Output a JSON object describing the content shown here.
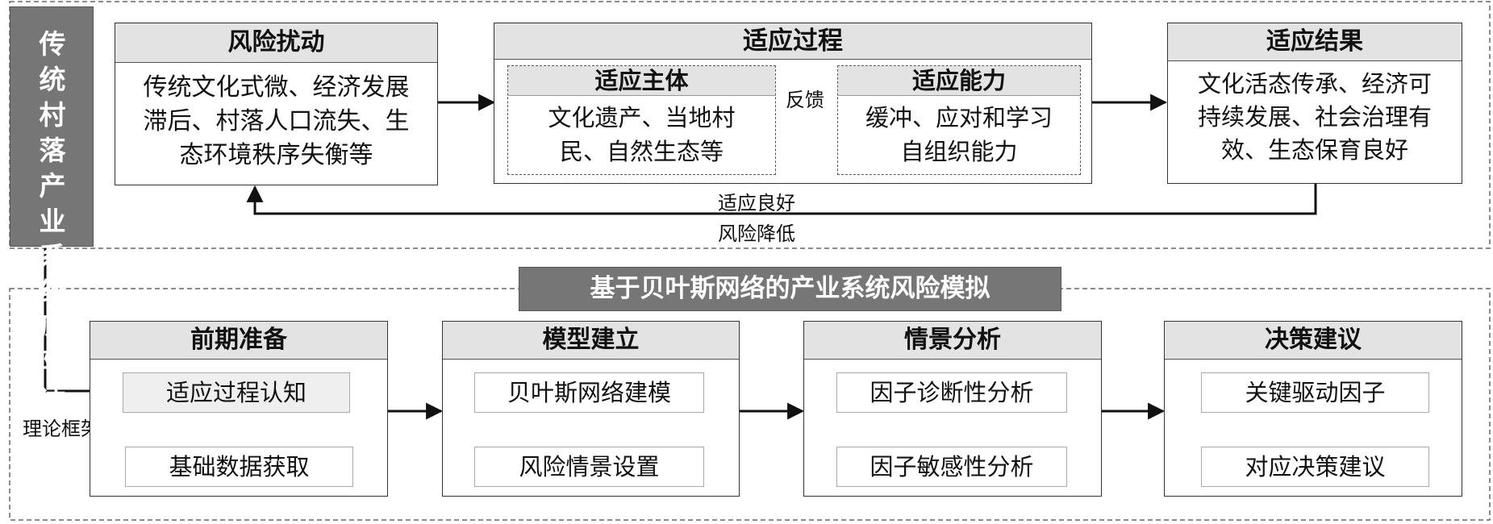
{
  "left_label": "传统村落产业系统风险适应",
  "top": {
    "disturbance": {
      "title": "风险扰动",
      "lines": [
        "传统文化式微、经济发展",
        "滞后、村落人口流失、生",
        "态环境秩序失衡等"
      ]
    },
    "process": {
      "title": "适应过程",
      "subject": {
        "title": "适应主体",
        "lines": [
          "文化遗产、当地村",
          "民、自然生态等"
        ]
      },
      "feedback": "反馈",
      "capacity": {
        "title": "适应能力",
        "lines": [
          "缓冲、应对和学习",
          "自组织能力"
        ]
      }
    },
    "result": {
      "title": "适应结果",
      "lines": [
        "文化活态传承、经济可",
        "持续发展、社会治理有",
        "效、生态保育良好"
      ]
    },
    "loop_top": "适应良好",
    "loop_bottom": "风险降低"
  },
  "bottom": {
    "banner": "基于贝叶斯网络的产业系统风险模拟",
    "theory": "理论框架",
    "stages": [
      {
        "title": "前期准备",
        "items": [
          "适应过程认知",
          "基础数据获取"
        ]
      },
      {
        "title": "模型建立",
        "items": [
          "贝叶斯网络建模",
          "风险情景设置"
        ]
      },
      {
        "title": "情景分析",
        "items": [
          "因子诊断性分析",
          "因子敏感性分析"
        ]
      },
      {
        "title": "决策建议",
        "items": [
          "关键驱动因子",
          "对应决策建议"
        ]
      }
    ]
  },
  "colors": {
    "dark_panel": "#767676",
    "header_fill": "#e3e3e3",
    "stroke": "#333333"
  }
}
